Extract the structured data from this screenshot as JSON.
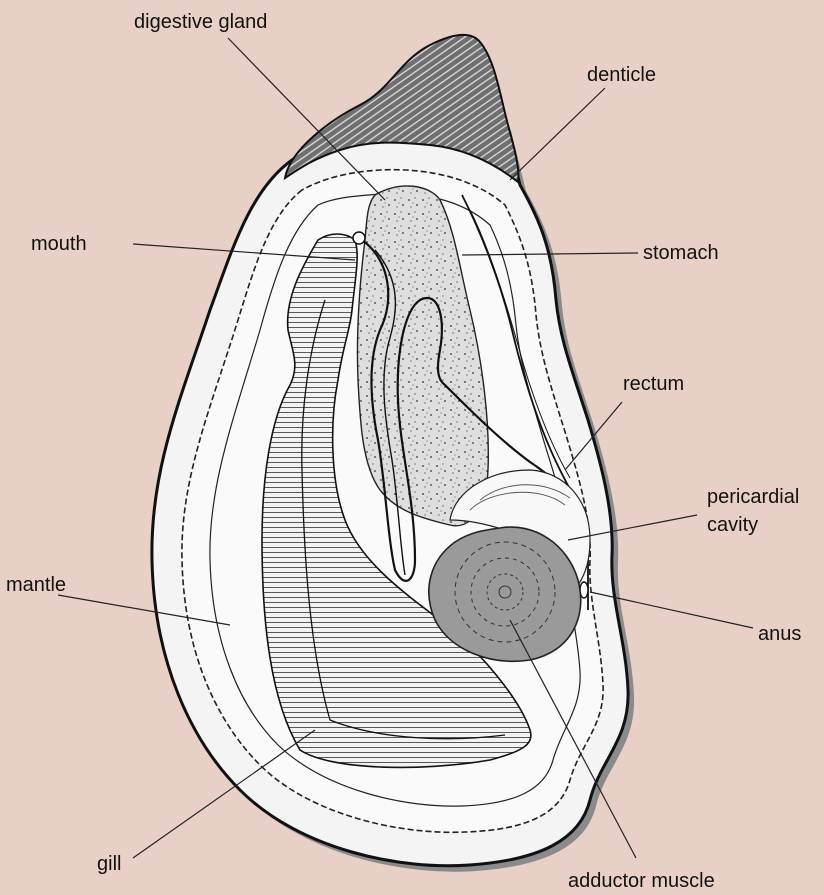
{
  "colors": {
    "background": "#e8d0c6",
    "shell": "#f4f4f4",
    "body": "#fafafa",
    "shade": "#8a8a8a",
    "gland": "#d9d9d9",
    "muscle": "#9a9a9a",
    "outline": "#111111"
  },
  "labels": {
    "digestive_gland": "digestive gland",
    "denticle": "denticle",
    "mouth": "mouth",
    "stomach": "stomach",
    "rectum": "rectum",
    "pericardial_1": "pericardial",
    "pericardial_2": "cavity",
    "mantle": "mantle",
    "anus": "anus",
    "gill": "gill",
    "adductor_muscle": "adductor muscle"
  }
}
